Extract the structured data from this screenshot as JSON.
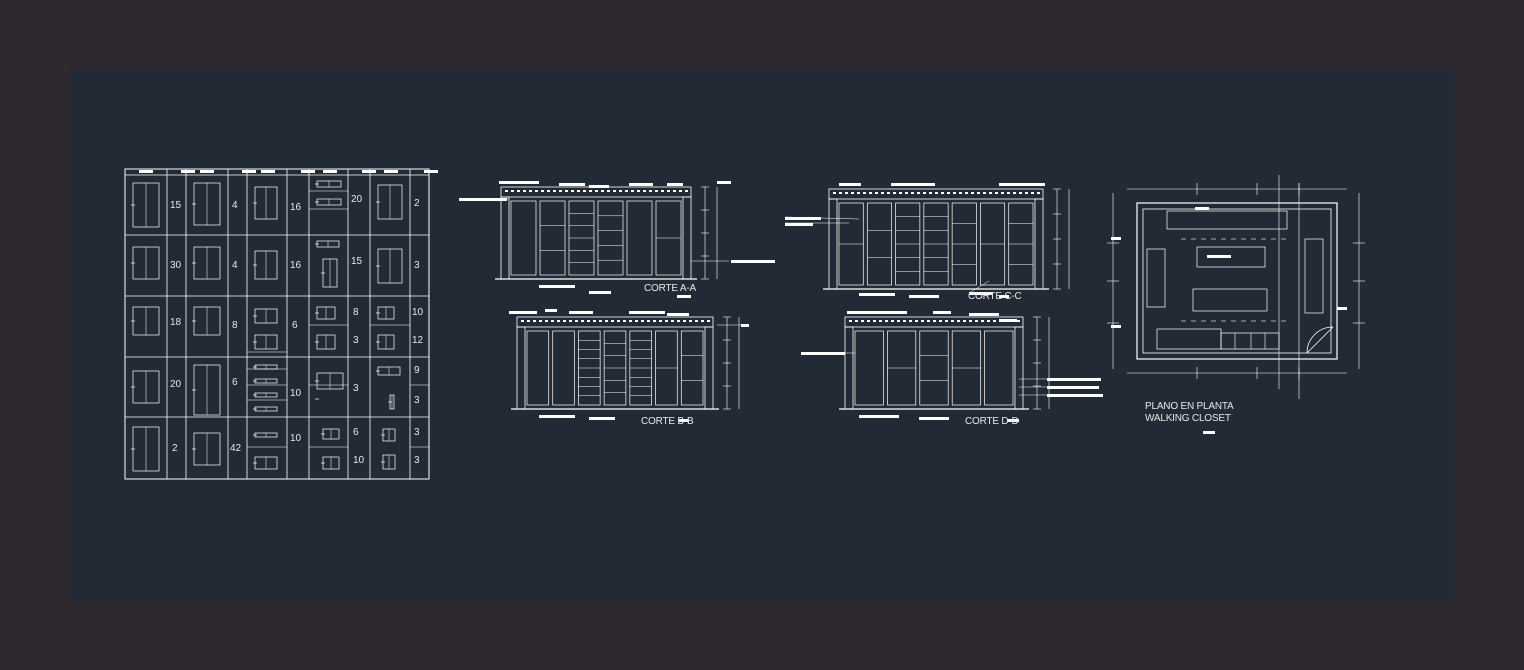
{
  "drawing": {
    "background": "#2e292f",
    "sheet_color": "#222a35",
    "line_color": "#ffffff"
  },
  "schedule": {
    "rows": [
      [
        "15",
        "4",
        "16",
        "20",
        "2"
      ],
      [
        "30",
        "4",
        "16",
        "15",
        "3"
      ],
      [
        "18",
        "8",
        "6",
        "8",
        "10"
      ],
      [
        "20",
        "6",
        "10",
        "3",
        "9"
      ],
      [
        "2",
        "42",
        "10",
        "6",
        "3"
      ]
    ],
    "extra": {
      "r3_c4b": "3",
      "r3_c5b": "12",
      "r4_c5b": "3",
      "r5_c4b": "10",
      "r5_c5b": "3"
    }
  },
  "views": {
    "corte_aa": "CORTE A-A",
    "corte_bb": "CORTE B-B",
    "corte_cc": "CORTE C-C",
    "corte_dd": "CORTE D-D",
    "plan_line1": "PLANO EN PLANTA",
    "plan_line2": "WALKING CLOSET"
  }
}
